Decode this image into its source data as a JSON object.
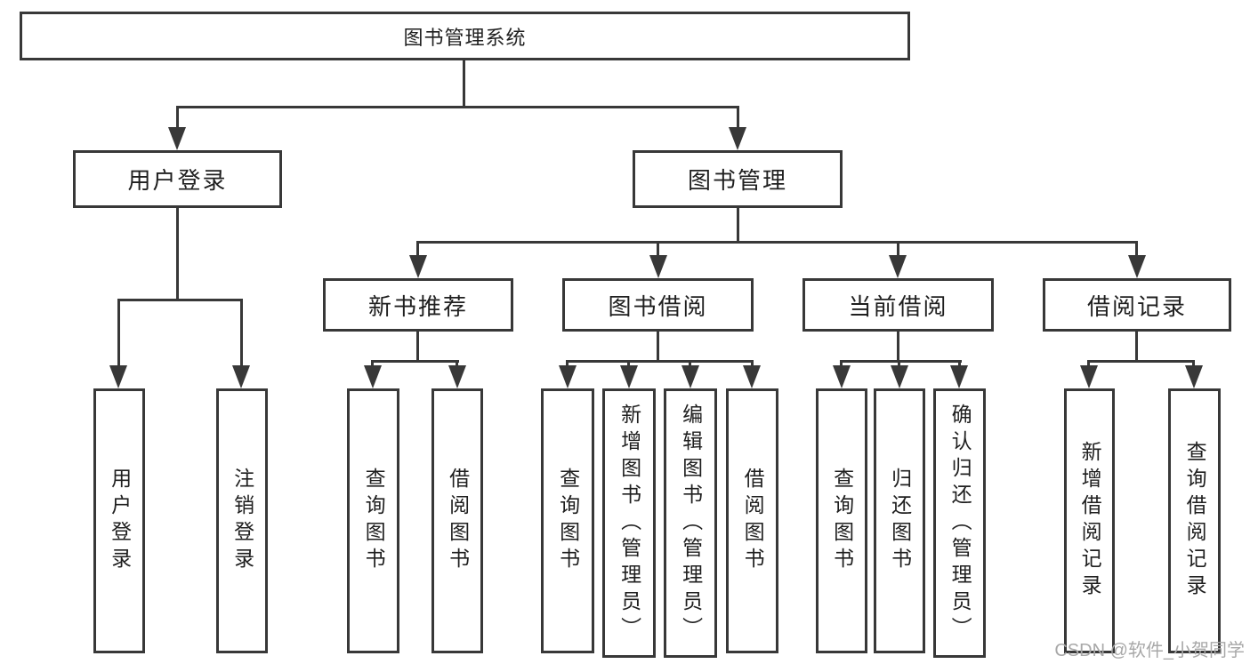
{
  "tree": {
    "label": "图书管理系统",
    "children": [
      {
        "label": "用户登录",
        "children": [
          {
            "label": "用户登录"
          },
          {
            "label": "注销登录"
          }
        ]
      },
      {
        "label": "图书管理",
        "children": [
          {
            "label": "新书推荐",
            "children": [
              {
                "label": "查询图书"
              },
              {
                "label": "借阅图书"
              }
            ]
          },
          {
            "label": "图书借阅",
            "children": [
              {
                "label": "查询图书"
              },
              {
                "label": "新增图书（管理员）"
              },
              {
                "label": "编辑图书（管理员）"
              },
              {
                "label": "借阅图书"
              }
            ]
          },
          {
            "label": "当前借阅",
            "children": [
              {
                "label": "查询图书"
              },
              {
                "label": "归还图书"
              },
              {
                "label": "确认归还（管理员）"
              }
            ]
          },
          {
            "label": "借阅记录",
            "children": [
              {
                "label": "新增借阅记录"
              },
              {
                "label": "查询借阅记录"
              }
            ]
          }
        ]
      }
    ]
  },
  "watermark": {
    "text": "CSDN @软件_小贺同学"
  },
  "colors": {
    "line": "#383838",
    "text": "#1f1f1f",
    "watermark": "#a8a8a8",
    "background": "#ffffff"
  }
}
